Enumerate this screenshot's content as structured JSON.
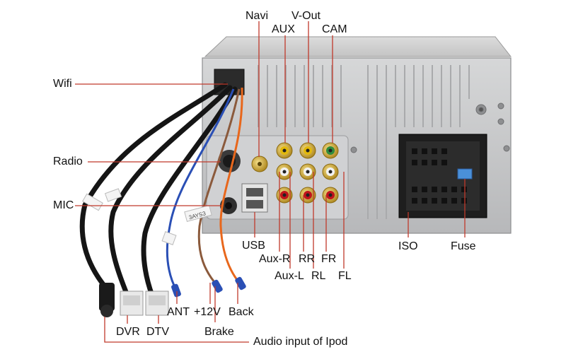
{
  "labels": {
    "navi": "Navi",
    "vout": "V-Out",
    "aux": "AUX",
    "cam": "CAM",
    "wifi": "Wifi",
    "radio": "Radio",
    "mic": "MIC",
    "usb": "USB",
    "aux_r": "Aux-R",
    "rr": "RR",
    "fr": "FR",
    "aux_l": "Aux-L",
    "rl": "RL",
    "fl": "FL",
    "iso": "ISO",
    "fuse": "Fuse",
    "ant": "ANT",
    "plus12v": "+12V",
    "back": "Back",
    "dvr": "DVR",
    "dtv": "DTV",
    "brake": "Brake",
    "ipod_audio": "Audio input of Ipod",
    "tag_text": "3AYS3"
  },
  "colors": {
    "leader_line": "#c0392b",
    "chassis": "#c9cacb",
    "chassis_dark": "#9a9b9d",
    "rca_red": "#c0141c",
    "rca_yellow": "#e2b80c",
    "rca_green": "#2e8b3e",
    "rca_white": "#f2f2f2",
    "wire_blue": "#2a4fb5",
    "wire_brown": "#8b5a3c",
    "wire_orange": "#e8671c",
    "fuse_blue": "#4a90d9"
  }
}
